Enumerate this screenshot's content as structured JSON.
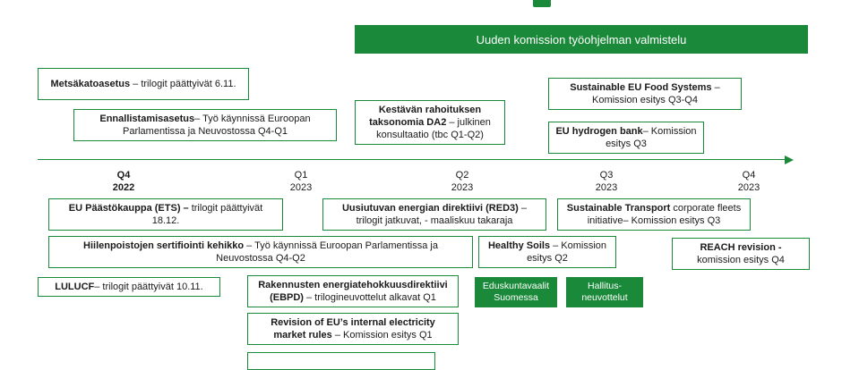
{
  "banner": "Uuden komission työohjelman valmistelu",
  "timeline": [
    {
      "quarter": "Q4",
      "year": "2022",
      "bold": true
    },
    {
      "quarter": "Q1",
      "year": "2023",
      "bold": false
    },
    {
      "quarter": "Q2",
      "year": "2023",
      "bold": false
    },
    {
      "quarter": "Q3",
      "year": "2023",
      "bold": false
    },
    {
      "quarter": "Q4",
      "year": "2023",
      "bold": false
    }
  ],
  "above": {
    "metsakato": {
      "title": "Metsäkatoasetus",
      "text": " – trilogit päättyivät 6.11."
    },
    "ennallistamis": {
      "title": "Ennallistamisasetus",
      "text": "– Työ käynnissä Euroopan Parlamentissa ja Neuvostossa Q4-Q1"
    },
    "kestava": {
      "title": "Kestävän rahoituksen taksonomia DA2",
      "text": " – julkinen konsultaatio (tbc Q1-Q2)"
    },
    "food": {
      "title": "Sustainable EU Food Systems",
      "text": " – Komission esitys Q3-Q4"
    },
    "hydrogen": {
      "title": "EU hydrogen bank",
      "text": "– Komission esitys Q3"
    }
  },
  "below": {
    "ets": {
      "title": "EU Päästökauppa (ETS) –",
      "text": " trilogit päättyivät 18.12."
    },
    "red3": {
      "title": "Uusiutuvan energian direktiivi (RED3)",
      "text": " – trilogit jatkuvat, - maaliskuu takaraja"
    },
    "transport": {
      "title": "Sustainable Transport",
      "text": " corporate fleets initiative– Komission esitys Q3"
    },
    "hiilenpoisto": {
      "title": "Hiilenpoistojen sertifiointi kehikko",
      "text": " – Työ käynnissä Euroopan Parlamentissa ja Neuvostossa  Q4-Q2"
    },
    "soils": {
      "title": "Healthy Soils",
      "text": " – Komission esitys Q2"
    },
    "reach": {
      "title": "REACH revision -",
      "text": " komission esitys Q4"
    },
    "lulucf": {
      "title": "LULUCF",
      "text": "– trilogit päättyivät 10.11."
    },
    "epbd": {
      "title": "Rakennusten energiatehokkuusdirektiivi (EBPD)",
      "text": " – trilogineuvottelut alkavat Q1"
    },
    "electricity": {
      "title": "Revision of EU’s internal electricity market rules",
      "text": " – Komission esitys Q1"
    }
  },
  "events": {
    "eduskunta": "Eduskuntavaalit Suomessa",
    "hallitus": "Hallitus-neuvottelut"
  }
}
